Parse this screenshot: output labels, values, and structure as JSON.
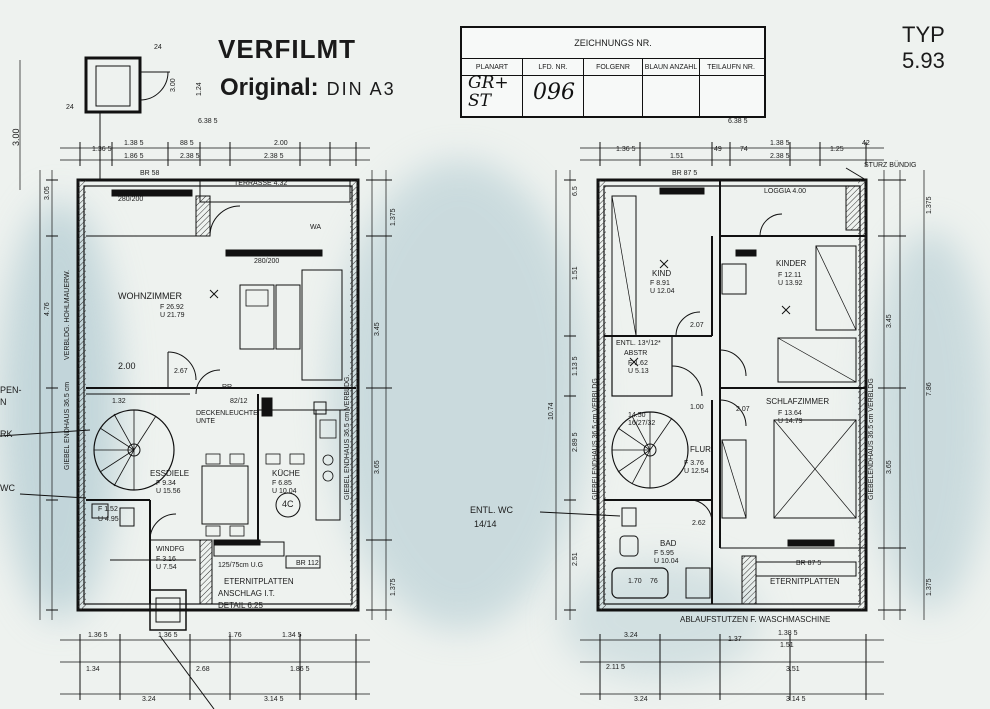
{
  "stamp": {
    "title": "VERFILMT",
    "original_label": "Original:",
    "original_size": "DIN A3"
  },
  "type_label": {
    "line1": "TYP",
    "line2": "5.93"
  },
  "title_block": {
    "header": "ZEICHNUNGS NR.",
    "columns": [
      "PLANART",
      "LFD. NR.",
      "FOLGENR",
      "BLAUN ANZAHL",
      "TEILAUFN NR."
    ],
    "planart": "GR+ ST",
    "lfd_nr": "096"
  },
  "left_plan": {
    "rooms": [
      {
        "id": "wohnzimmer",
        "name": "WOHNZIMMER",
        "area": "F 26.92",
        "perimeter": "U 21.79"
      },
      {
        "id": "essdiele",
        "name": "ESSDIELE",
        "area": "F 9.34",
        "perimeter": "U 15.56"
      },
      {
        "id": "kueche",
        "name": "KÜCHE",
        "area": "F 6.85",
        "perimeter": "U 10.04"
      },
      {
        "id": "windfang",
        "name": "WINDFG",
        "area": "F 3.16",
        "perimeter": "U 7.54"
      },
      {
        "id": "wc",
        "name": "",
        "area": "F 1.52",
        "perimeter": "U 4.95"
      }
    ],
    "labels": {
      "terrasse": "TERRASSE 4.32",
      "window_top": "280/200",
      "window_mid": "280/200",
      "br_top": "BR 58",
      "br_bottom": "BR 112",
      "wa": "WA",
      "deckenleuchte": "DECKENLEUCHTE UNTE",
      "eternit": "ETERNITPLATTEN",
      "anschlag": "ANSCHLAG I.T.",
      "detail": "DETAIL 6.25",
      "size_window": "125/75cm",
      "win_small": "125/75cm U.G",
      "circle": "4C",
      "wall_left": "GIEBEL ENDHAUS 36.5 cm",
      "wall_left2": "VERBLDG. HOHLMAUERW.",
      "wall_right": "GIEBEL ENDHAUS 36.5 cm VERBLDG.",
      "side_wc": "WC",
      "side_rk": "RK",
      "side_pen": "PEN-",
      "side_n": "N",
      "rr": "RR",
      "m2": "82/12"
    },
    "dims_top": [
      "6.38 5",
      "1.38 5",
      "88 5",
      "2.00",
      "1.36 5",
      "1.86 5",
      "2.38 5",
      "2.38 5",
      "24",
      "3.00",
      "1.24",
      "24",
      "3.00"
    ],
    "dims_bottom": [
      "1.36 5",
      "1.36 5",
      "1.76",
      "1.34 5",
      "1.34",
      "2.68",
      "1.86 5",
      "3.24",
      "3.14 5"
    ],
    "dims_side": [
      "4.76",
      "2.00",
      "2.67",
      "1.32",
      "3.45",
      "3.65",
      "1.375",
      "1.375",
      "3.05"
    ]
  },
  "right_plan": {
    "rooms": [
      {
        "id": "kind",
        "name": "KIND",
        "area": "F 8.91",
        "perimeter": "U 12.04"
      },
      {
        "id": "kinder",
        "name": "KINDER",
        "area": "F 12.11",
        "perimeter": "U 13.92"
      },
      {
        "id": "schlafzimmer",
        "name": "SCHLAFZIMMER",
        "area": "F 13.64",
        "perimeter": "U 14.79"
      },
      {
        "id": "flur",
        "name": "FLUR",
        "area": "F 3.76",
        "perimeter": "U 12.54"
      },
      {
        "id": "bad",
        "name": "BAD",
        "area": "F 5.95",
        "perimeter": "U 10.04"
      },
      {
        "id": "abstr",
        "name": "ABSTR",
        "area": "F 1.62",
        "perimeter": "U 5.13"
      }
    ],
    "labels": {
      "loggia": "LOGGIA 4.00",
      "sturz": "STURZ BÜNDIG",
      "br_top": "BR 87 5",
      "br_bottom": "BR 87 5",
      "entl": "ENTL. 13*/12*",
      "entl_wc": "ENTL. WC",
      "entl_wc_size": "14/14",
      "eternit": "ETERNITPLATTEN",
      "wasch": "ABLAUFSTUTZEN F. WASCHMASCHINE",
      "stair": "14.50 16/27/32",
      "wall_left": "GIEBELENDHAUS 36.5 cm VERBLDG",
      "wall_right": "GIEBELENDHAUS 36.5 cm VERBLDG",
      "bath_dim": "1.70",
      "bath_dim2": "76",
      "dim_100": "1.00",
      "dim_207": "2.07",
      "dim_207b": "2.07",
      "dim_162": "2.62"
    },
    "dims_top": [
      "6.38 5",
      "1.36 5",
      "1.51",
      "49",
      "74",
      "1.38 5",
      "2.38 5",
      "1.25",
      "42"
    ],
    "dims_bottom": [
      "3.24",
      "1.37",
      "1.38 5",
      "1.51",
      "3.51",
      "2.11 5",
      "3.24",
      "3.14 5"
    ],
    "dims_side": [
      "1.51",
      "2.51",
      "1.13 5",
      "2.89 5",
      "3.45",
      "3.65",
      "7.86",
      "1.375",
      "1.375",
      "10.74",
      "6.5"
    ]
  }
}
